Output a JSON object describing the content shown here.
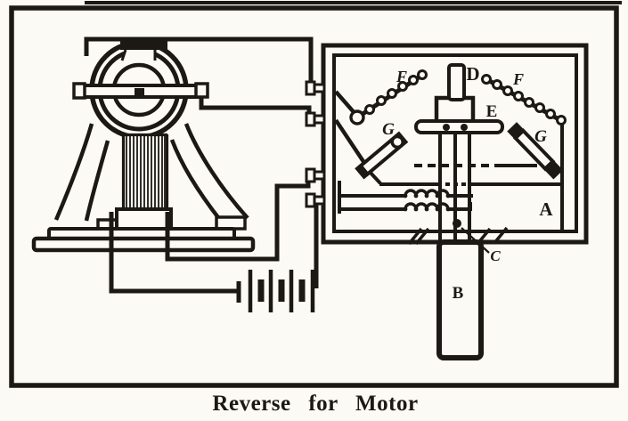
{
  "figure": {
    "caption": "Reverse for Motor",
    "labels": {
      "a": "A",
      "b": "B",
      "c": "C",
      "d": "D",
      "e": "E",
      "f_left": "F",
      "f_right": "F",
      "g_left": "G",
      "g_right": "G"
    },
    "colors": {
      "ink": "#1c1914",
      "paper": "#fbfaf5"
    }
  }
}
